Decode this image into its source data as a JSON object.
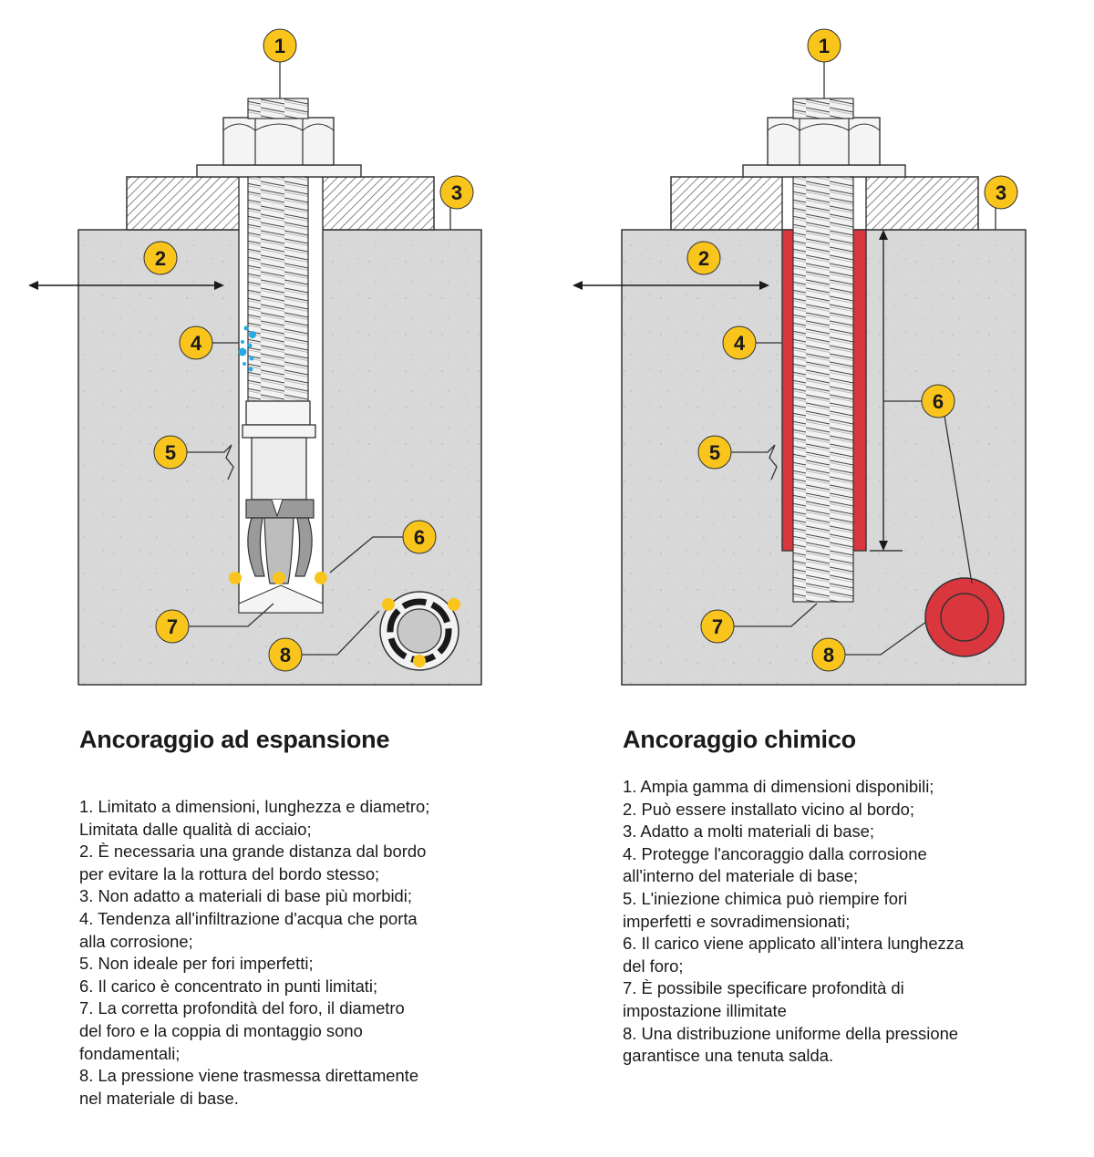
{
  "colors": {
    "concrete": "#d9d9d9",
    "callout": "#f9c51d",
    "resin": "#d9363e",
    "water": "#27a9e1",
    "outline": "#333333"
  },
  "left": {
    "title": "Ancoraggio ad espansione",
    "callouts": [
      "1",
      "2",
      "3",
      "4",
      "5",
      "6",
      "7",
      "8"
    ],
    "items": [
      "1. Limitato a dimensioni, lunghezza e diametro;",
      "Limitata dalle qualità di acciaio;",
      "2. È necessaria una grande distanza dal bordo",
      "per evitare la la rottura del bordo stesso;",
      "3. Non adatto a materiali di base più morbidi;",
      "4. Tendenza all'infiltrazione d'acqua che porta",
      "alla corrosione;",
      "5. Non ideale per fori imperfetti;",
      "6. Il carico è concentrato in punti limitati;",
      "7. La corretta profondità del foro, il diametro",
      "del foro e la coppia di montaggio sono",
      "fondamentali;",
      "8. La pressione viene trasmessa direttamente",
      "nel materiale di base."
    ]
  },
  "right": {
    "title": "Ancoraggio chimico",
    "callouts": [
      "1",
      "2",
      "3",
      "4",
      "5",
      "6",
      "7",
      "8"
    ],
    "items": [
      "1. Ampia gamma di dimensioni disponibili;",
      "2. Può essere installato vicino al bordo;",
      "3. Adatto a molti materiali di base;",
      "4. Protegge l'ancoraggio dalla corrosione",
      "all'interno del materiale di base;",
      "5. L'iniezione chimica può riempire fori",
      "imperfetti e sovradimensionati;",
      "6. Il carico viene applicato all’intera lunghezza",
      "del foro;",
      "7. È possibile specificare profondità di",
      "impostazione illimitate",
      "8. Una distribuzione uniforme della pressione",
      "garantisce una tenuta salda."
    ]
  }
}
